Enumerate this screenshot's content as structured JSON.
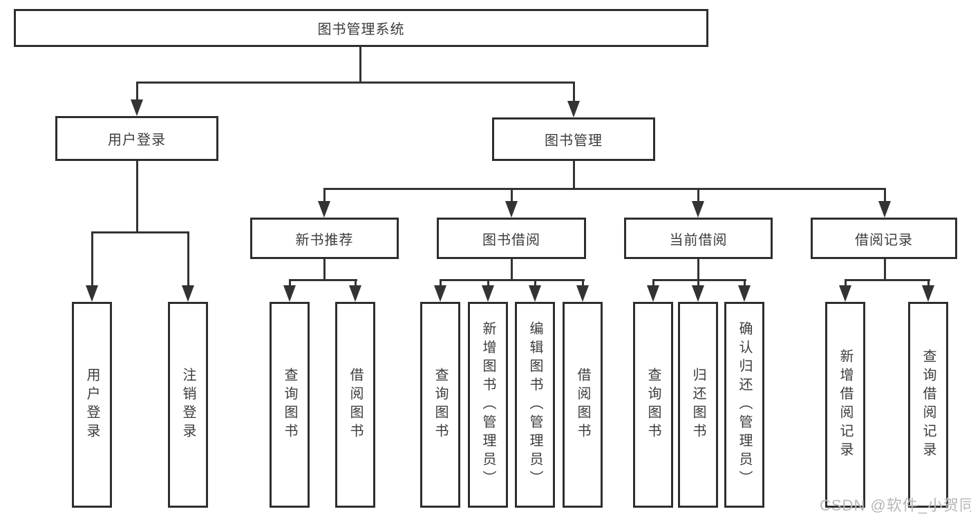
{
  "diagram": {
    "root": {
      "label": "图书管理系统"
    },
    "branches": [
      {
        "label": "用户登录",
        "children": [
          {
            "label": "用户登录"
          },
          {
            "label": "注销登录"
          }
        ]
      },
      {
        "label": "图书管理",
        "children": [
          {
            "label": "新书推荐",
            "children": [
              {
                "label": "查询图书"
              },
              {
                "label": "借阅图书"
              }
            ]
          },
          {
            "label": "图书借阅",
            "children": [
              {
                "label": "查询图书"
              },
              {
                "label": "新增图书（管理员）"
              },
              {
                "label": "编辑图书（管理员）"
              },
              {
                "label": "借阅图书"
              }
            ]
          },
          {
            "label": "当前借阅",
            "children": [
              {
                "label": "查询图书"
              },
              {
                "label": "归还图书"
              },
              {
                "label": "确认归还（管理员）"
              }
            ]
          },
          {
            "label": "借阅记录",
            "children": [
              {
                "label": "新增借阅记录"
              },
              {
                "label": "查询借阅记录"
              }
            ]
          }
        ]
      }
    ]
  },
  "watermark": {
    "text": "CSDN @软件_小贺同学"
  },
  "colors": {
    "line": "#333333",
    "border": "#2e2e2e",
    "text": "#3c3c3c",
    "watermark": "#b7b7b7",
    "background": "#ffffff"
  }
}
